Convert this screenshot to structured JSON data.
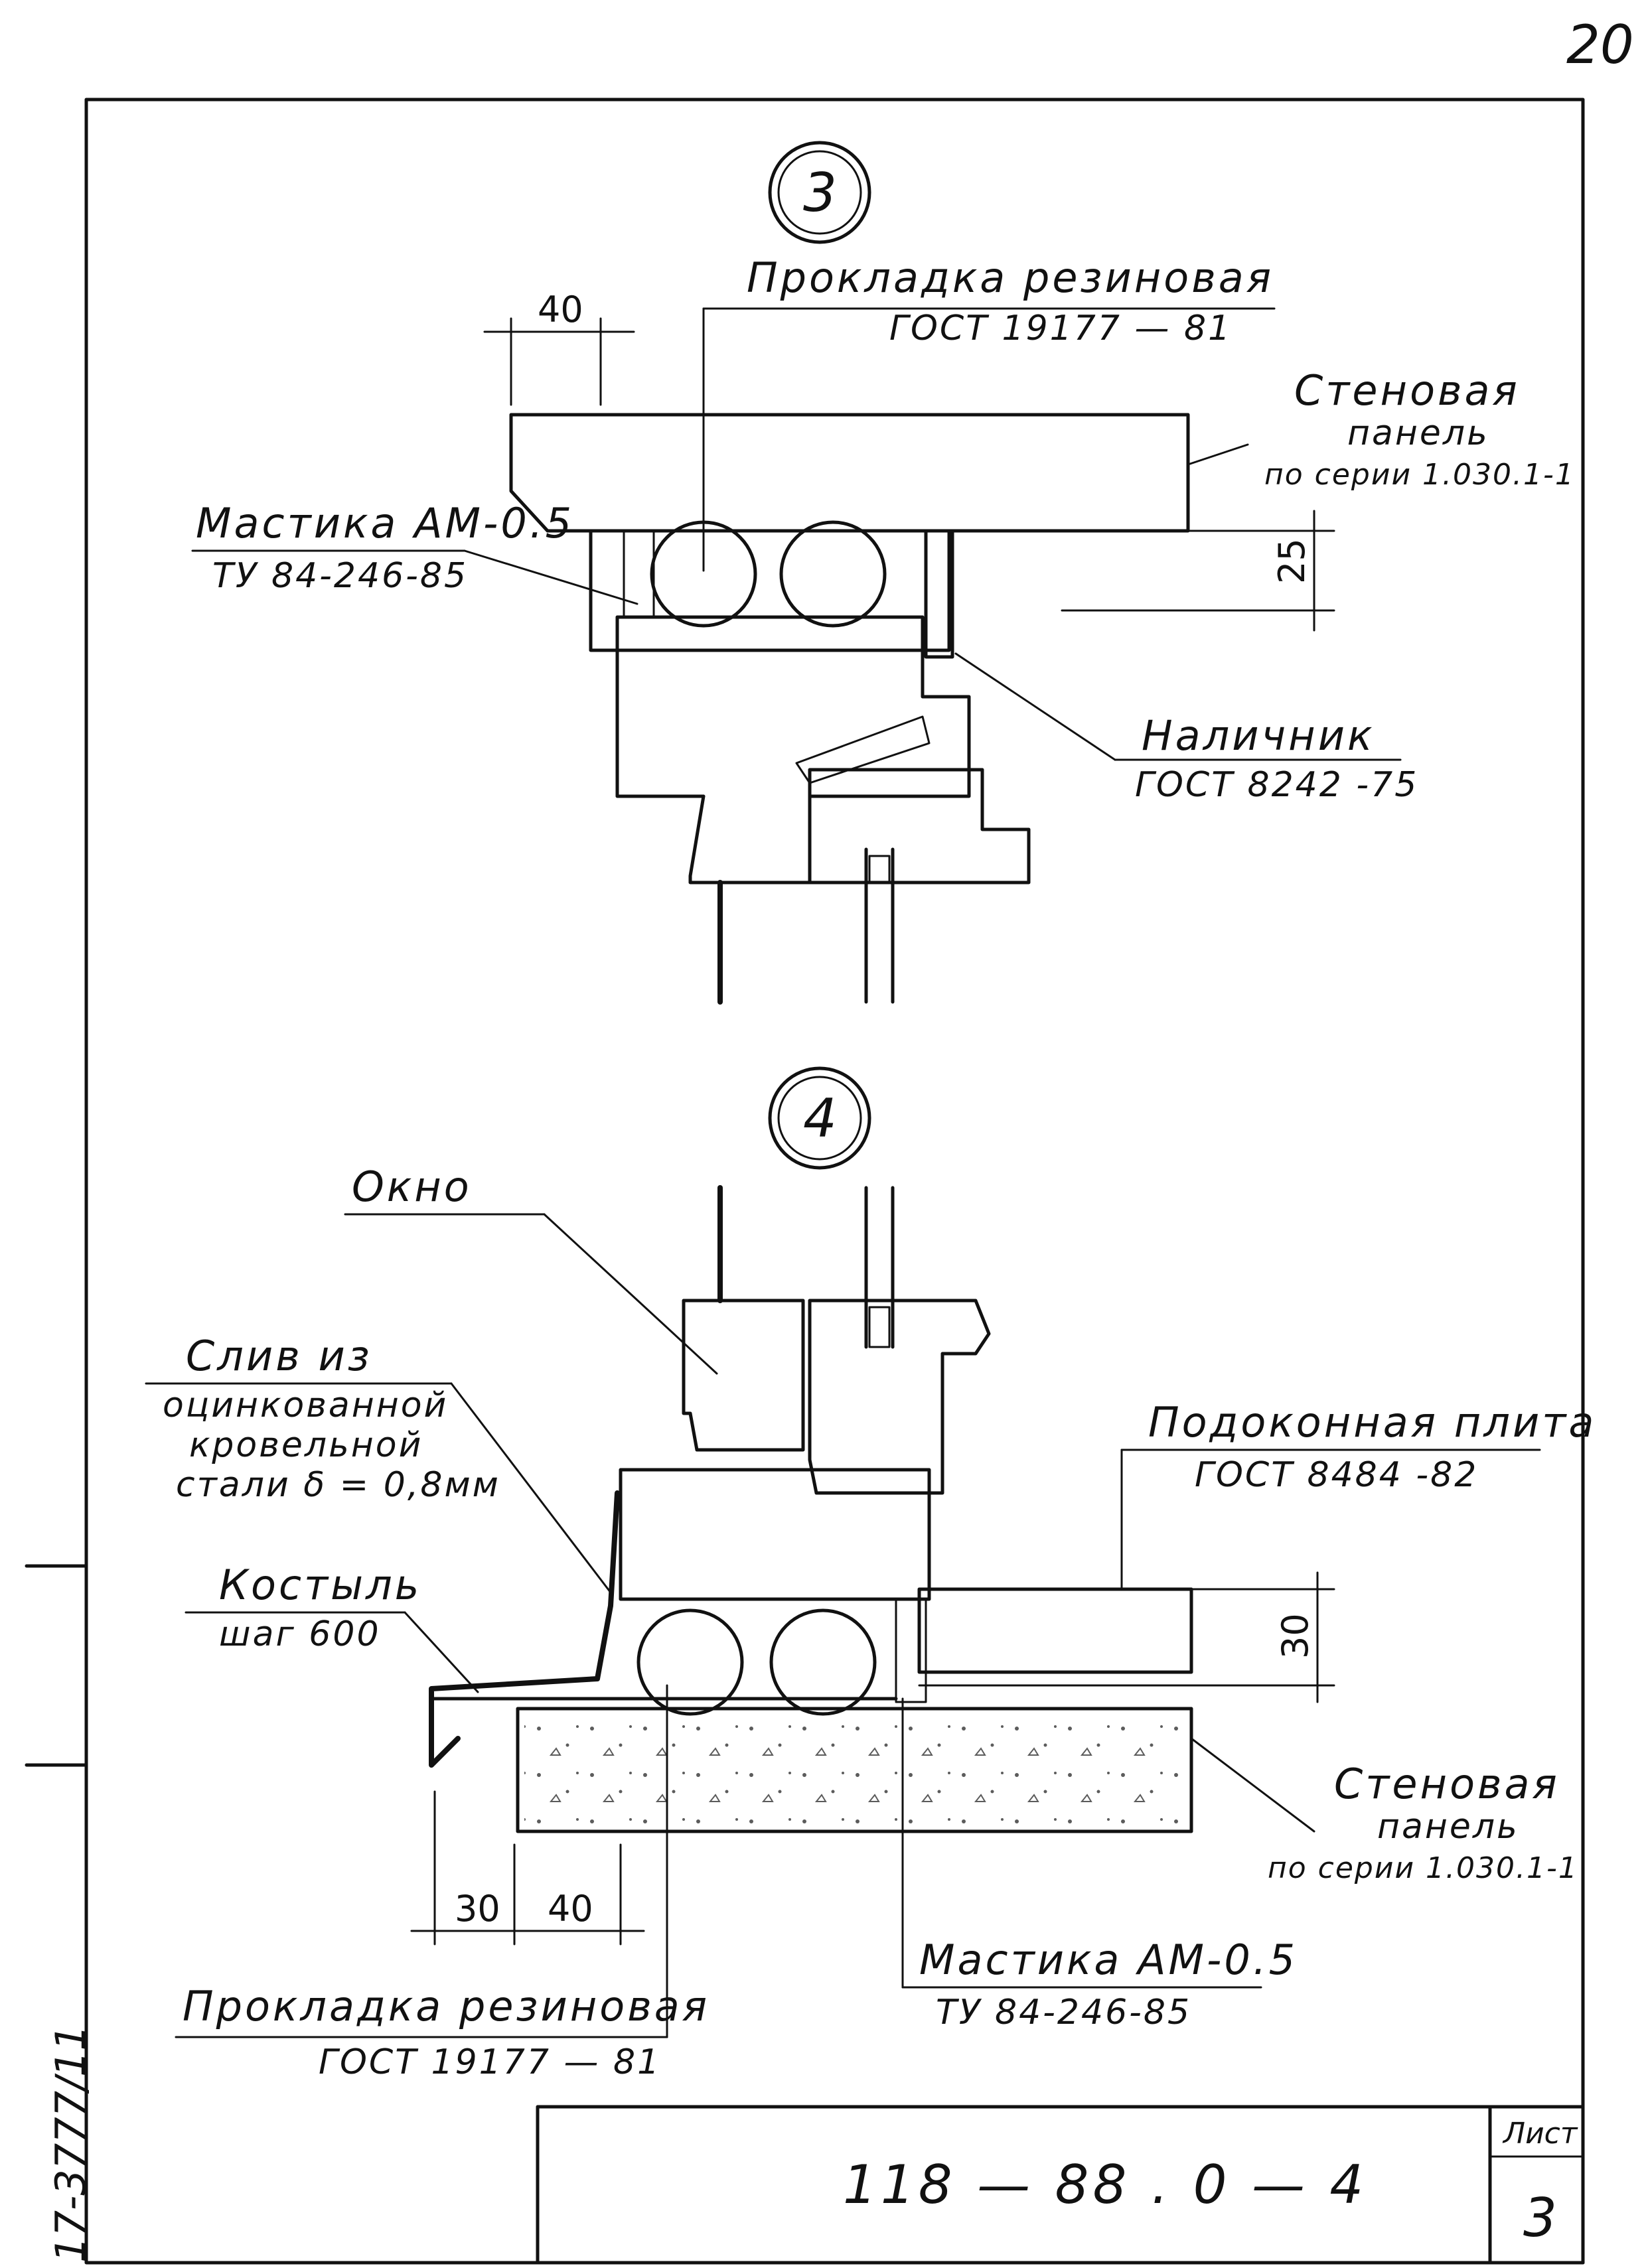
{
  "page_number": "20",
  "details": [
    {
      "marker": "3",
      "labels": {
        "gasket": "Прокладка резиновая",
        "gasket_std": "ГОСТ 19177 — 81",
        "wall": "Стеновая",
        "wall2": "панель",
        "wall_series": "по серии 1.030.1-1",
        "mastic": "Мастика АМ-0.5",
        "mastic_std": "ТУ 84-246-85",
        "casing": "Наличник",
        "casing_std": "ГОСТ 8242 -75"
      },
      "dims": {
        "d40": "40",
        "d25": "25"
      }
    },
    {
      "marker": "4",
      "labels": {
        "window": "Окно",
        "drip1": "Слив из",
        "drip2": "оцинкованной",
        "drip3": "кровельной",
        "drip4": "стали δ = 0,8мм",
        "sill": "Подоконная плита",
        "sill_std": "ГОСТ 8484 -82",
        "anchor": "Костыль",
        "anchor_step": "шаг 600",
        "wall": "Стеновая",
        "wall2": "панель",
        "wall_series": "по серии 1.030.1-1",
        "mastic": "Мастика АМ-0.5",
        "mastic_std": "ТУ 84-246-85",
        "gasket": "Прокладка резиновая",
        "gasket_std": "ГОСТ 19177 — 81"
      },
      "dims": {
        "d30": "30",
        "d40": "40",
        "d30v": "30"
      }
    }
  ],
  "title_block": {
    "doc_code": "118 — 88 . 0 — 4",
    "sheet_label": "Лист",
    "sheet_number": "3"
  },
  "side_stamp": "17-3777/11"
}
